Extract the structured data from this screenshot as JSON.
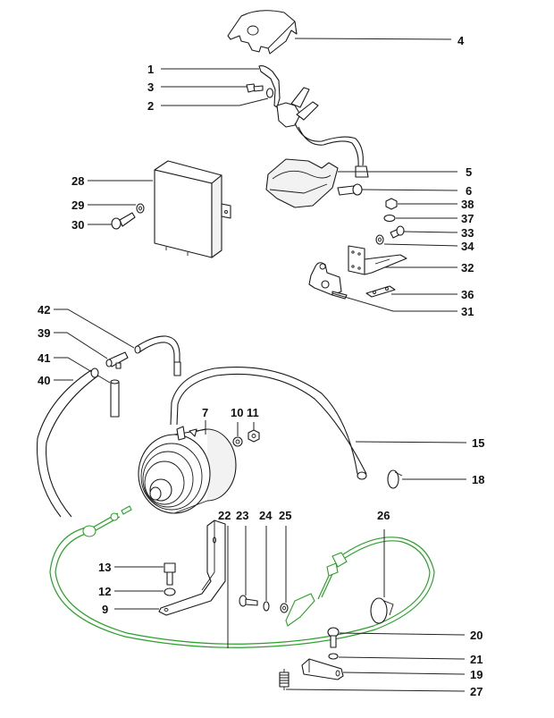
{
  "diagram": {
    "kind": "exploded parts diagram",
    "highlight_color": "#2aa12a",
    "line_color": "#1a1a1a",
    "callouts": {
      "c1": "1",
      "c2": "2",
      "c3": "3",
      "c4": "4",
      "c5": "5",
      "c6": "6",
      "c7": "7",
      "c9": "9",
      "c10": "10",
      "c11": "11",
      "c12": "12",
      "c13": "13",
      "c15": "15",
      "c18": "18",
      "c19": "19",
      "c20": "20",
      "c21": "21",
      "c22": "22",
      "c23": "23",
      "c24": "24",
      "c25": "25",
      "c26": "26",
      "c27": "27",
      "c28": "28",
      "c29": "29",
      "c30": "30",
      "c31": "31",
      "c32": "32",
      "c33": "33",
      "c34": "34",
      "c36": "36",
      "c37": "37",
      "c38": "38",
      "c39": "39",
      "c40": "40",
      "c41": "41",
      "c42": "42"
    },
    "parts": [
      {
        "ref": "1",
        "name": "switch lever"
      },
      {
        "ref": "2",
        "name": "washer"
      },
      {
        "ref": "3",
        "name": "screw"
      },
      {
        "ref": "4",
        "name": "upper cover"
      },
      {
        "ref": "5",
        "name": "lower cover"
      },
      {
        "ref": "6",
        "name": "screw"
      },
      {
        "ref": "7",
        "name": "servo / vacuum actuator"
      },
      {
        "ref": "9",
        "name": "bracket"
      },
      {
        "ref": "10",
        "name": "washer"
      },
      {
        "ref": "11",
        "name": "nut"
      },
      {
        "ref": "12",
        "name": "washer"
      },
      {
        "ref": "13",
        "name": "bolt"
      },
      {
        "ref": "15",
        "name": "vacuum hose"
      },
      {
        "ref": "18",
        "name": "hose clamp"
      },
      {
        "ref": "19",
        "name": "bracket"
      },
      {
        "ref": "20",
        "name": "bolt"
      },
      {
        "ref": "21",
        "name": "washer"
      },
      {
        "ref": "22",
        "name": "control cable"
      },
      {
        "ref": "23",
        "name": "screw"
      },
      {
        "ref": "24",
        "name": "lock washer"
      },
      {
        "ref": "25",
        "name": "washer"
      },
      {
        "ref": "26",
        "name": "cable tie"
      },
      {
        "ref": "27",
        "name": "spring"
      },
      {
        "ref": "28",
        "name": "control unit"
      },
      {
        "ref": "29",
        "name": "washer"
      },
      {
        "ref": "30",
        "name": "screw"
      },
      {
        "ref": "31",
        "name": "brake/clutch switch"
      },
      {
        "ref": "32",
        "name": "bracket"
      },
      {
        "ref": "33",
        "name": "screw"
      },
      {
        "ref": "34",
        "name": "washer"
      },
      {
        "ref": "36",
        "name": "plate"
      },
      {
        "ref": "37",
        "name": "lock washer"
      },
      {
        "ref": "38",
        "name": "nut"
      },
      {
        "ref": "39",
        "name": "T-connector"
      },
      {
        "ref": "40",
        "name": "hose"
      },
      {
        "ref": "41",
        "name": "hose piece"
      },
      {
        "ref": "42",
        "name": "hose"
      }
    ]
  }
}
